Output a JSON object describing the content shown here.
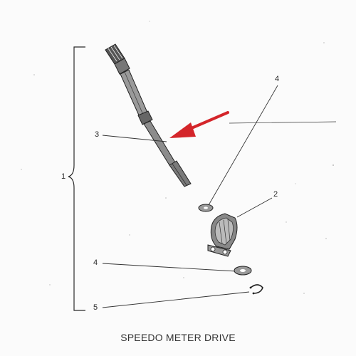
{
  "caption": "SPEEDO METER DRIVE",
  "callouts": {
    "one": "1",
    "two": "2",
    "three": "3",
    "four_top": "4",
    "four_bottom": "4",
    "five": "5"
  },
  "colors": {
    "ink": "#2a2a2a",
    "arrow": "#d4252a",
    "paper": "#fbfbfb"
  }
}
